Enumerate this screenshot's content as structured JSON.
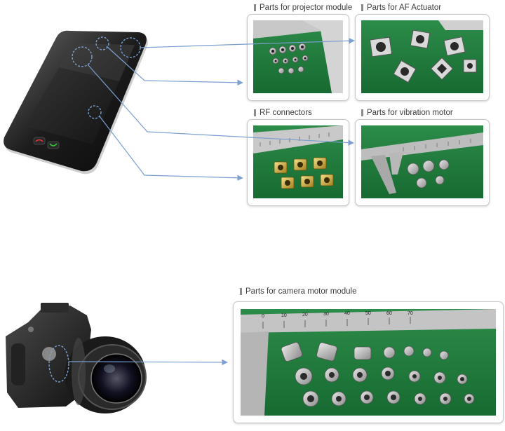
{
  "phone_section": {
    "panels": [
      {
        "caption": "Parts for projector module"
      },
      {
        "caption": "Parts for AF Actuator"
      },
      {
        "caption": "RF connectors"
      },
      {
        "caption": "Parts for vibration motor"
      }
    ]
  },
  "camera_section": {
    "panel": {
      "caption": "Parts for camera motor module",
      "ruler_ticks": [
        "0",
        "10",
        "20",
        "30",
        "40",
        "50",
        "60",
        "70"
      ]
    }
  },
  "colors": {
    "leader_line": "#7b9fd0",
    "felt_green": "#1f7a3a",
    "caption_text": "#3c3c3c"
  },
  "icons": {
    "phone_call_button": "phone-call-icon",
    "phone_hangup_button": "phone-hangup-icon"
  }
}
